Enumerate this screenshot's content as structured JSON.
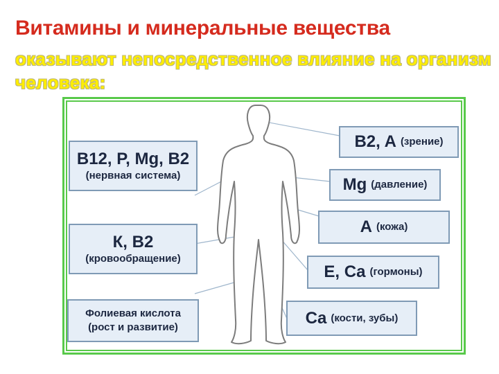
{
  "title": "Витамины и минеральные вещества",
  "subtitle": "оказывают непосредственное влияние на организм человека:",
  "boxes": {
    "nerve": {
      "nutrients": "B12, P, Mg, B2",
      "function": "(нервная система)"
    },
    "blood": {
      "nutrients": "К, В2",
      "function": "(кровообращение)"
    },
    "growth": {
      "line1": "Фолиевая кислота",
      "line2": "(рост и развитие)"
    },
    "vision": {
      "nutrients": "B2, A",
      "function": "(зрение)"
    },
    "pressure": {
      "nutrients": "Mg",
      "function": "(давление)"
    },
    "skin": {
      "nutrients": "А",
      "function": "(кожа)"
    },
    "hormones": {
      "nutrients": "E, Ca",
      "function": "(гормоны)"
    },
    "bones": {
      "nutrients": "Ca",
      "function": "(кости, зубы)"
    }
  },
  "colors": {
    "title": "#d52b1e",
    "subtitle": "#ffee00",
    "frame": "#58c94a",
    "box_fill": "#e6eef7",
    "box_border": "#7f9ab5"
  }
}
